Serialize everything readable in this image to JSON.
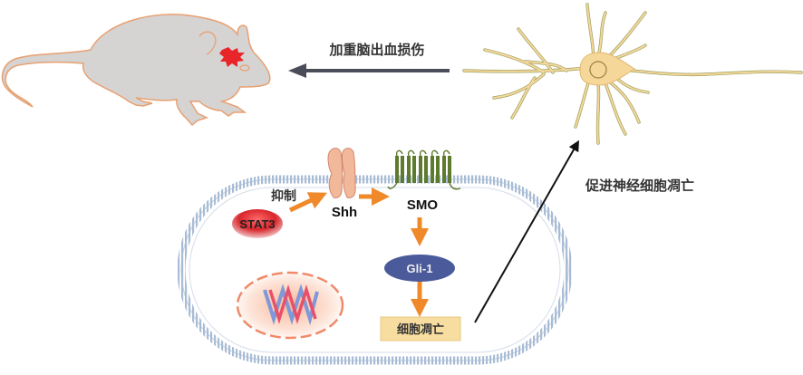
{
  "diagram": {
    "top_arrow_label": "加重脑出血损伤",
    "side_arrow_label": "促进神经细胞凋亡",
    "inhibit_label": "抑制",
    "nodes": {
      "stat3": "STAT3",
      "shh": "Shh",
      "smo": "SMO",
      "gli1": "Gli-1",
      "apoptosis": "细胞凋亡"
    },
    "colors": {
      "arrow_orange": "#f0892a",
      "membrane": "#a9bcd6",
      "neuron_fill": "#f6d79a",
      "neuron_stroke": "#9aa060",
      "mouse_fill": "#d6d3d3",
      "mouse_stroke": "#e8a070",
      "lesion": "#e8262a",
      "smo_green": "#5d7a2e",
      "gli_blue": "#4a5a9a",
      "apoptosis_box": "#f7dda0",
      "dark_arrow": "#4a4c58"
    }
  }
}
